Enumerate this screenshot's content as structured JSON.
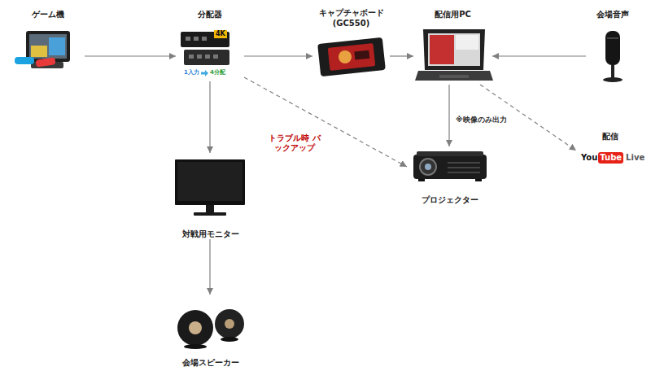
{
  "diagram": {
    "nodes": [
      {
        "text": [
          "ゲーム機"
        ]
      },
      {
        "text": [
          "分配器"
        ]
      },
      {
        "text": [
          "キャプチャボード (GC550)"
        ]
      },
      {
        "text": [
          "配信用PC"
        ]
      },
      {
        "text": [
          "会場音声"
        ]
      },
      {
        "text": [
          "配信"
        ]
      },
      {
        "text": [
          "プロジェクター"
        ]
      },
      {
        "text": [
          "対戦用モニター"
        ]
      },
      {
        "text": [
          "会場スピーカー"
        ]
      }
    ],
    "edges": [
      {
        "from": 0,
        "to": 1,
        "arrow": "to"
      },
      {
        "from": 1,
        "to": 2,
        "arrow": "to"
      },
      {
        "from": 2,
        "to": 3,
        "arrow": "to"
      },
      {
        "from": 4,
        "to": 3,
        "arrow": "to"
      },
      {
        "from": 1,
        "to": 7,
        "arrow": "to"
      },
      {
        "from": 7,
        "to": 8,
        "arrow": "to"
      },
      {
        "from": 3,
        "to": 6,
        "label": "※映像のみ出力",
        "arrow": "to"
      },
      {
        "from": 1,
        "to": 6,
        "label": "トラブル時 バックアップ",
        "arrow": "to"
      },
      {
        "from": 3,
        "to": 5,
        "arrow": "to"
      }
    ],
    "labels": [
      "4K",
      "1入力",
      "4分配",
      "You",
      "Tube",
      "Live"
    ]
  }
}
